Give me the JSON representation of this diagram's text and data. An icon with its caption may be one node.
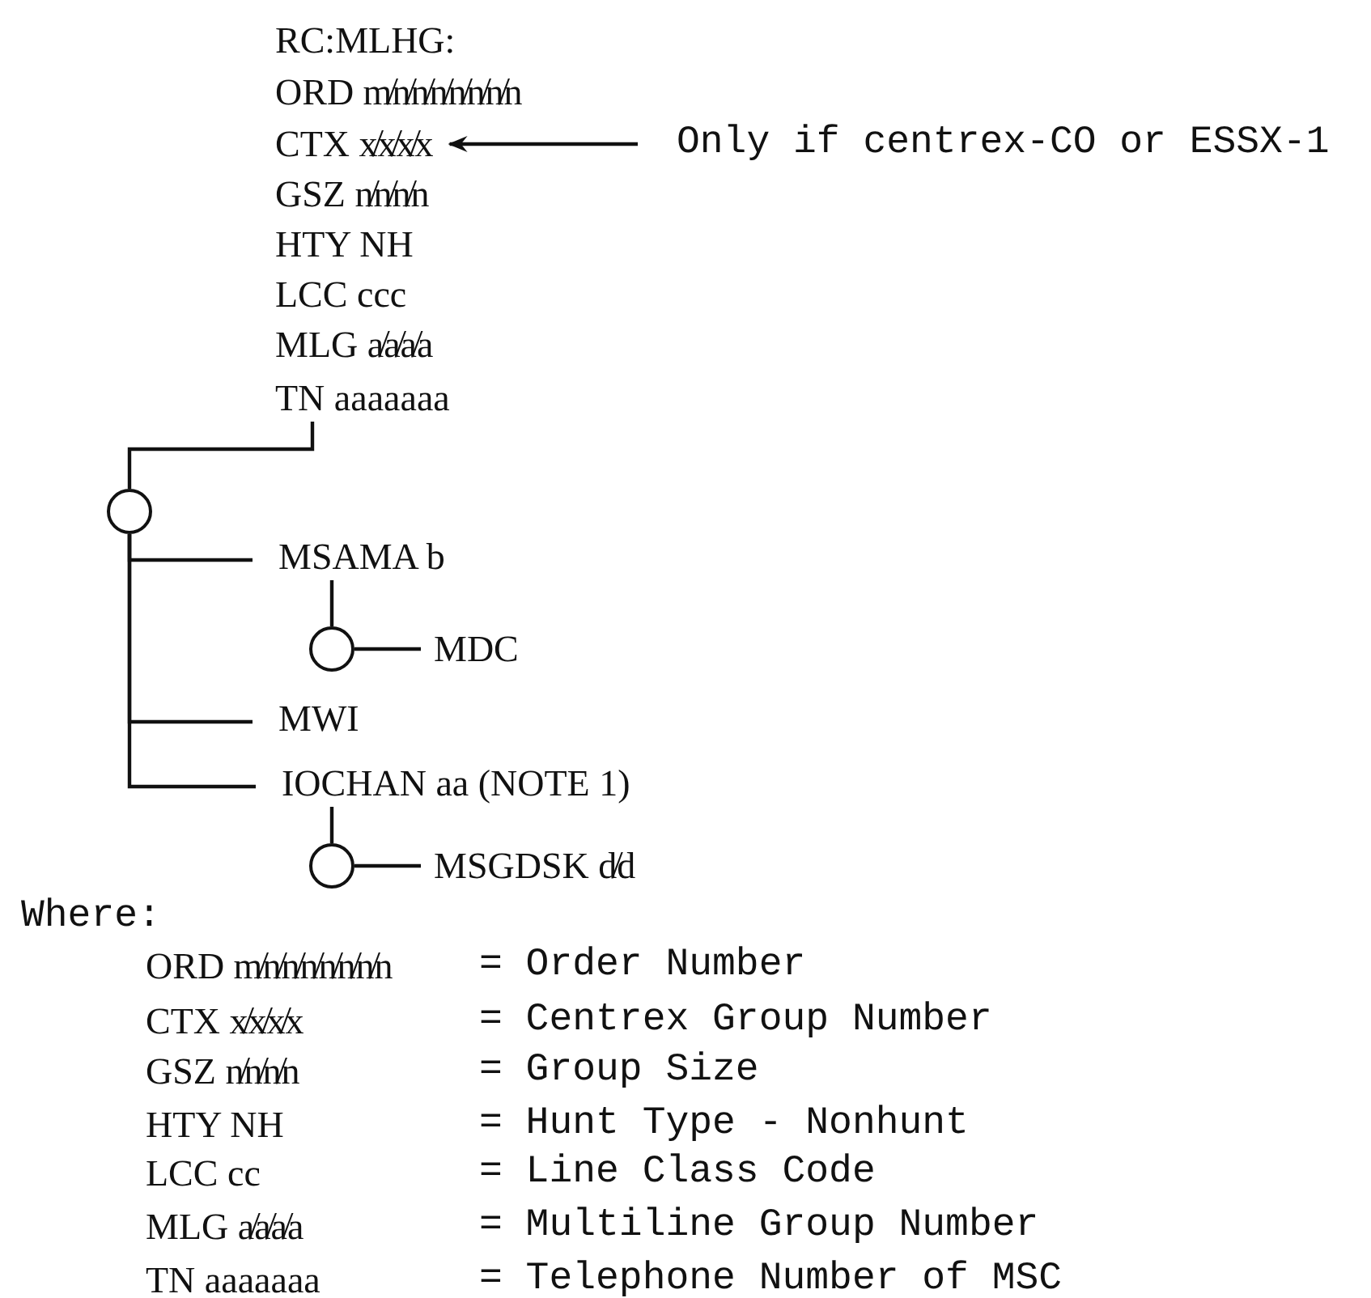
{
  "diagram": {
    "nodes": [
      {
        "text": [
          "RC:MLHG:"
        ]
      },
      {
        "text": [
          "ORD m̸n̸n̸n̸n̸n̸n̸n"
        ]
      },
      {
        "text": [
          "CTX x̸x̸x̸x"
        ]
      },
      {
        "text": [
          "GSZ n̸n̸n̸n"
        ]
      },
      {
        "text": [
          "HTY NH"
        ]
      },
      {
        "text": [
          "LCC ccc"
        ]
      },
      {
        "text": [
          "MLG a̸a̸a̸a"
        ]
      },
      {
        "text": [
          "TN aaaaaaa"
        ]
      },
      {
        "text": [],
        "shape": "circle"
      },
      {
        "text": [
          "MSAMA b"
        ]
      },
      {
        "text": [],
        "shape": "circle"
      },
      {
        "text": [
          "MDC"
        ]
      },
      {
        "text": [
          "MWI"
        ]
      },
      {
        "text": [
          "IOCHAN aa (NOTE 1)"
        ]
      },
      {
        "text": [],
        "shape": "circle"
      },
      {
        "text": [
          "MSGDSK d̸d"
        ]
      },
      {
        "text": [
          "Only if centrex-CO or ESSX-1"
        ]
      }
    ],
    "edges": [
      {
        "from": 7,
        "to": 8,
        "arrow": "none"
      },
      {
        "from": 8,
        "to": 9,
        "arrow": "none"
      },
      {
        "from": 8,
        "to": 12,
        "arrow": "none"
      },
      {
        "from": 8,
        "to": 13,
        "arrow": "none"
      },
      {
        "from": 9,
        "to": 10,
        "arrow": "none"
      },
      {
        "from": 10,
        "to": 11,
        "arrow": "none"
      },
      {
        "from": 13,
        "to": 14,
        "arrow": "none"
      },
      {
        "from": 14,
        "to": 15,
        "arrow": "none"
      },
      {
        "from": 16,
        "to": 2,
        "arrow": "to"
      }
    ],
    "labels": [
      "Where:",
      "ORD m̸n̸n̸n̸n̸n̸n̸n",
      "= Order Number",
      "CTX x̸x̸x̸x",
      "= Centrex Group Number",
      "GSZ n̸n̸n̸n",
      "= Group Size",
      "HTY NH",
      "= Hunt Type - Nonhunt",
      "LCC cc",
      "= Line Class Code",
      "MLG a̸a̸a̸a",
      "= Multiline Group Number",
      "TN aaaaaaa",
      "= Telephone Number of MSC"
    ]
  }
}
